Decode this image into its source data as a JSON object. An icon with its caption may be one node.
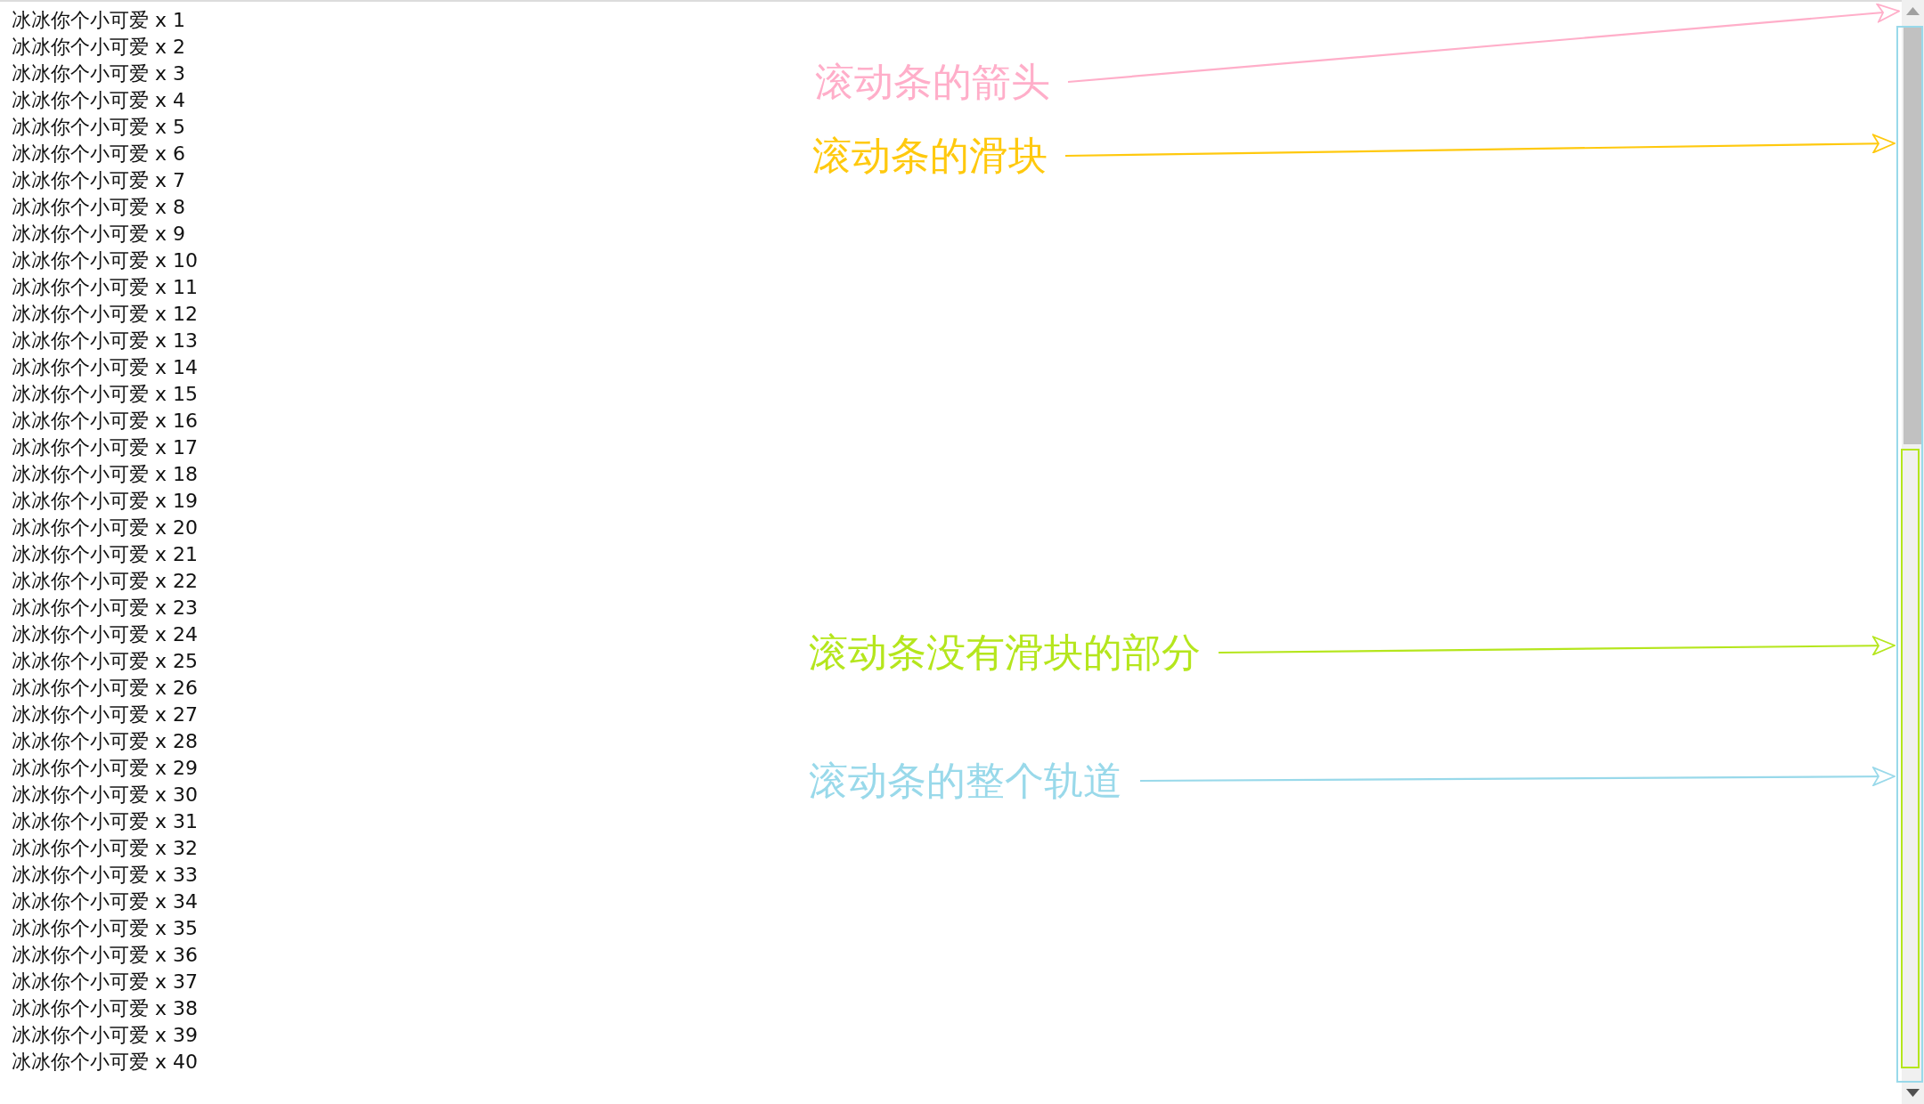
{
  "diagram": {
    "nodes": [
      {
        "text": [
          "滚动条的箭头"
        ]
      },
      {
        "text": [],
        "shape": "triangle"
      },
      {
        "text": [
          "滚动条的滑块"
        ]
      },
      {
        "text": [
          "滚动条没有滑块的部分"
        ]
      },
      {
        "text": [
          "滚动条的整个轨道"
        ]
      },
      {
        "text": [],
        "shape": "box"
      },
      {
        "text": [],
        "shape": "bar",
        "in": 5
      },
      {
        "text": [],
        "shape": "box",
        "in": 5
      }
    ],
    "edges": [
      {
        "from": 0,
        "to": 1,
        "arrow": "to",
        "color": "#ffaec9"
      },
      {
        "from": 2,
        "to": 6,
        "arrow": "to",
        "color": "#ffc90e"
      },
      {
        "from": 3,
        "to": 7,
        "arrow": "to",
        "color": "#b5e61d"
      },
      {
        "from": 4,
        "to": 5,
        "arrow": "to",
        "color": "#99d9ea"
      }
    ],
    "labels": [
      "冰冰你个小可爱 x 1",
      "冰冰你个小可爱 x 2",
      "冰冰你个小可爱 x 3",
      "冰冰你个小可爱 x 4",
      "冰冰你个小可爱 x 5",
      "冰冰你个小可爱 x 6",
      "冰冰你个小可爱 x 7",
      "冰冰你个小可爱 x 8",
      "冰冰你个小可爱 x 9",
      "冰冰你个小可爱 x 10",
      "冰冰你个小可爱 x 11",
      "冰冰你个小可爱 x 12",
      "冰冰你个小可爱 x 13",
      "冰冰你个小可爱 x 14",
      "冰冰你个小可爱 x 15",
      "冰冰你个小可爱 x 16",
      "冰冰你个小可爱 x 17",
      "冰冰你个小可爱 x 18",
      "冰冰你个小可爱 x 19",
      "冰冰你个小可爱 x 20",
      "冰冰你个小可爱 x 21",
      "冰冰你个小可爱 x 22",
      "冰冰你个小可爱 x 23",
      "冰冰你个小可爱 x 24",
      "冰冰你个小可爱 x 25",
      "冰冰你个小可爱 x 26",
      "冰冰你个小可爱 x 27",
      "冰冰你个小可爱 x 28",
      "冰冰你个小可爱 x 29",
      "冰冰你个小可爱 x 30",
      "冰冰你个小可爱 x 31",
      "冰冰你个小可爱 x 32",
      "冰冰你个小可爱 x 33",
      "冰冰你个小可爱 x 34",
      "冰冰你个小可爱 x 35",
      "冰冰你个小可爱 x 36",
      "冰冰你个小可爱 x 37",
      "冰冰你个小可爱 x 38",
      "冰冰你个小可爱 x 39",
      "冰冰你个小可爱 x 40"
    ]
  }
}
